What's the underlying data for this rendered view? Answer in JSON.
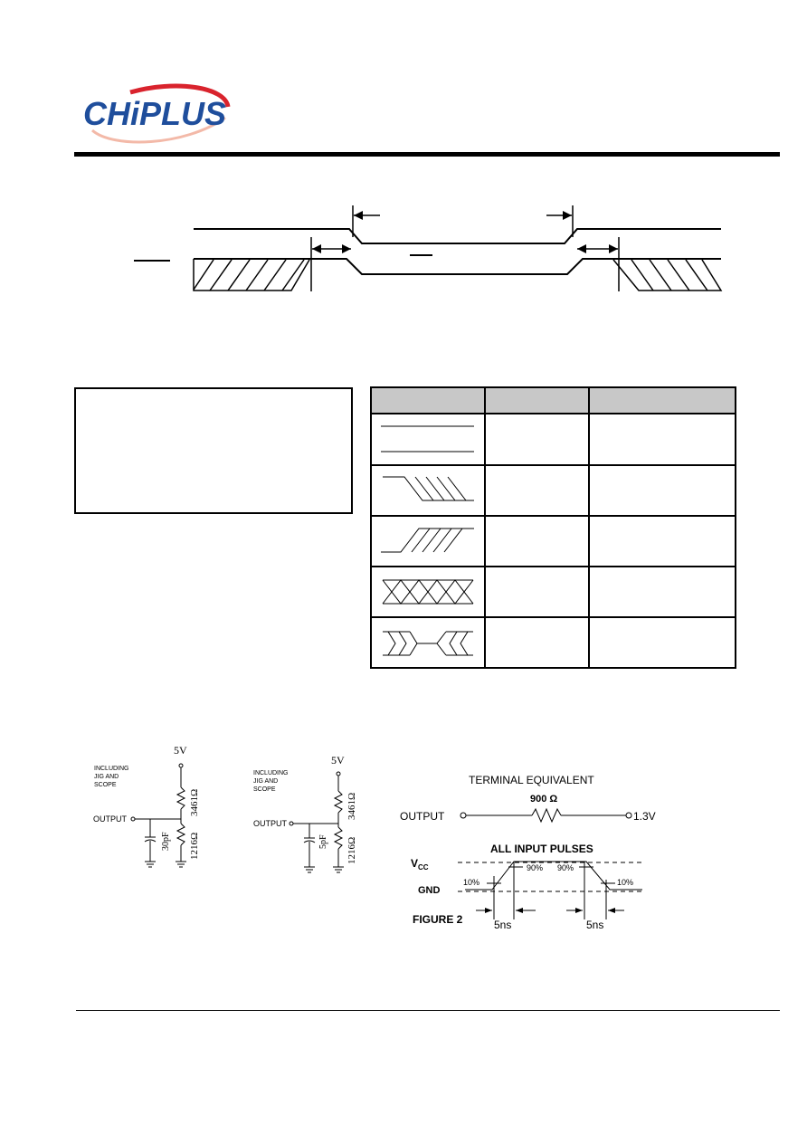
{
  "header": {
    "logo_text": "CHiPLUS",
    "logo_colors": {
      "text": "#1f4e9c",
      "swoosh": "#d9232d"
    }
  },
  "circuit_a": {
    "supply": "5V",
    "caption_lines": [
      "INCLUDING",
      "JIG AND",
      "SCOPE"
    ],
    "output_label": "OUTPUT",
    "cap": "30pF",
    "r_top": "3461Ω",
    "r_bottom": "1216Ω"
  },
  "circuit_b": {
    "supply": "5V",
    "caption_lines": [
      "INCLUDING",
      "JIG AND",
      "SCOPE"
    ],
    "output_label": "OUTPUT",
    "cap": "5pF",
    "r_top": "3461Ω",
    "r_bottom": "1216Ω"
  },
  "figure2": {
    "terminal_title": "TERMINAL EQUIVALENT",
    "resistor": "900 Ω",
    "output_label": "OUTPUT",
    "voltage": "1.3V",
    "pulses_title": "ALL INPUT PULSES",
    "vcc_main": "V",
    "vcc_sub": "CC",
    "gnd": "GND",
    "pct_low_left": "10%",
    "pct_high_left": "90%",
    "pct_high_right": "90%",
    "pct_low_right": "10%",
    "rise_time": "5ns",
    "fall_time": "5ns",
    "label": "FIGURE 2"
  }
}
